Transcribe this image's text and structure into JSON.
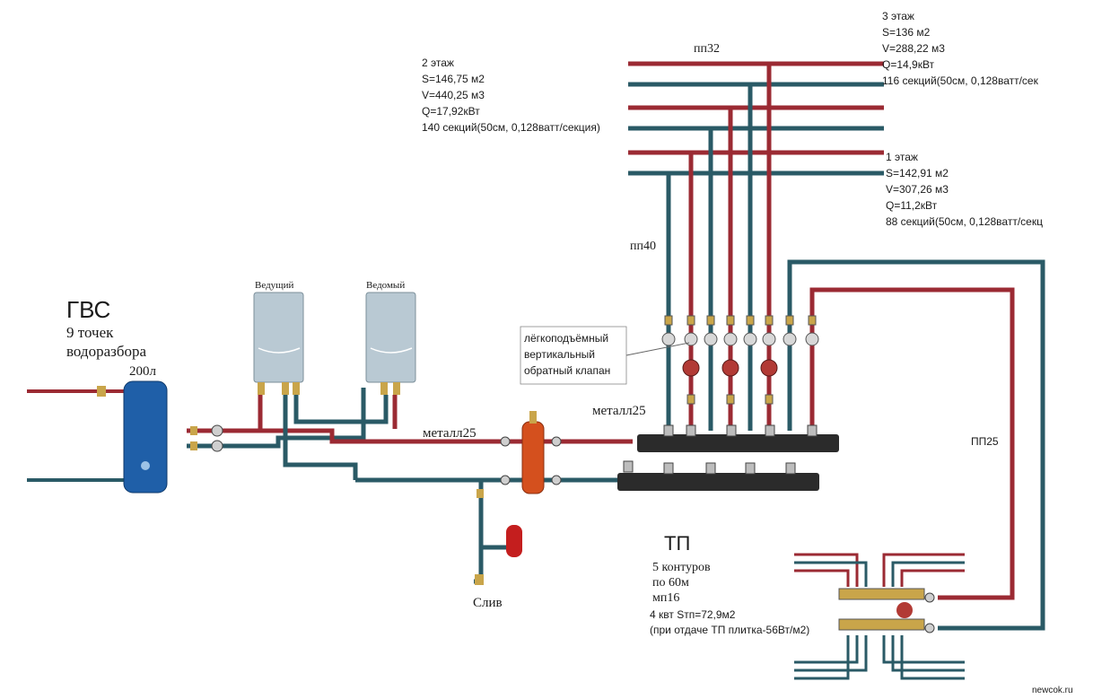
{
  "dhw": {
    "title": "ГВС",
    "line1": "9 точек",
    "line2": "водоразбора",
    "tank_volume": "200л"
  },
  "boilers": {
    "lead_label": "Ведущий",
    "slave_label": "Ведомый"
  },
  "floor2": {
    "name": "2 этаж",
    "area": "S=146,75 м2",
    "volume": "V=440,25 м3",
    "power": "Q=17,92кВт",
    "radiators": "140 секций(50см, 0,128ватт/секция)"
  },
  "floor3": {
    "name": "3  этаж",
    "area": "S=136 м2",
    "volume": "V=288,22 м3",
    "power": "Q=14,9кВт",
    "radiators": "116 секций(50см, 0,128ватт/сек"
  },
  "floor1": {
    "name": "1 этаж",
    "area": "S=142,91 м2",
    "volume": "V=307,26 м3",
    "power": "Q=11,2кВт",
    "radiators": "88 секций(50см, 0,128ватт/секц"
  },
  "pipes": {
    "pp32": "пп32",
    "pp40": "пп40",
    "pp25": "ПП25",
    "metal25_a": "металл25",
    "metal25_b": "металл25"
  },
  "valve_note": {
    "line1": "лёгкоподъёмный",
    "line2": "вертикальный",
    "line3": "обратный клапан"
  },
  "drain": "Слив",
  "underfloor": {
    "title": "ТП",
    "line1": "5 контуров",
    "line2": "по 60м",
    "line3": "мп16",
    "line4": "4 квт Sтп=72,9м2",
    "line5": "(при отдаче ТП плитка-56Вт/м2)"
  },
  "watermark": "newcok.ru",
  "colors": {
    "supply": "#9b2a33",
    "return": "#2a5a66",
    "tank": "#1f5fa8",
    "boiler": "#b9c9d3",
    "expansion": "#c41e1e",
    "separator": "#d4501e"
  }
}
